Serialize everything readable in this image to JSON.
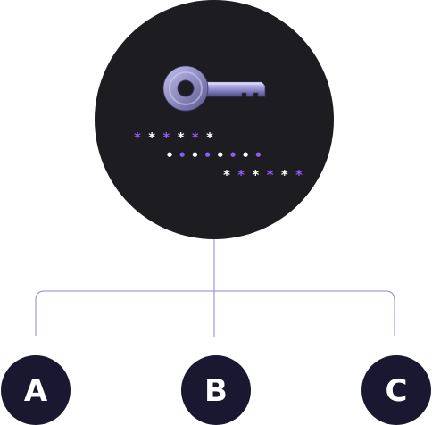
{
  "colors": {
    "background": "#ffffff",
    "hub_fill": "#1d1c21",
    "node_fill": "#1a1830",
    "node_text": "#ffffff",
    "connector": "#8f86cf",
    "accent_purple": "#8b5cf6",
    "mask_white": "#ffffff",
    "key_light": "#b6b4e6",
    "key_mid": "#8a86c8",
    "key_dark": "#4e4a86"
  },
  "hub": {
    "icon": "key-icon",
    "password_rows": [
      {
        "name": "password-row-asterisks-1",
        "chars": [
          {
            "c": "*",
            "color": "purple"
          },
          {
            "c": "*",
            "color": "white"
          },
          {
            "c": "*",
            "color": "purple"
          },
          {
            "c": "*",
            "color": "white"
          },
          {
            "c": "*",
            "color": "purple"
          },
          {
            "c": "*",
            "color": "white"
          }
        ]
      },
      {
        "name": "password-row-dots",
        "chars": [
          {
            "c": "•",
            "color": "white"
          },
          {
            "c": "•",
            "color": "purple"
          },
          {
            "c": "•",
            "color": "white"
          },
          {
            "c": "•",
            "color": "purple"
          },
          {
            "c": "•",
            "color": "white"
          },
          {
            "c": "•",
            "color": "purple"
          },
          {
            "c": "•",
            "color": "white"
          },
          {
            "c": "•",
            "color": "purple"
          }
        ]
      },
      {
        "name": "password-row-asterisks-2",
        "chars": [
          {
            "c": "*",
            "color": "white"
          },
          {
            "c": "*",
            "color": "purple"
          },
          {
            "c": "*",
            "color": "white"
          },
          {
            "c": "*",
            "color": "purple"
          },
          {
            "c": "*",
            "color": "white"
          },
          {
            "c": "*",
            "color": "purple"
          }
        ]
      }
    ]
  },
  "nodes": [
    {
      "id": "a",
      "label": "A"
    },
    {
      "id": "b",
      "label": "B"
    },
    {
      "id": "c",
      "label": "C"
    }
  ]
}
